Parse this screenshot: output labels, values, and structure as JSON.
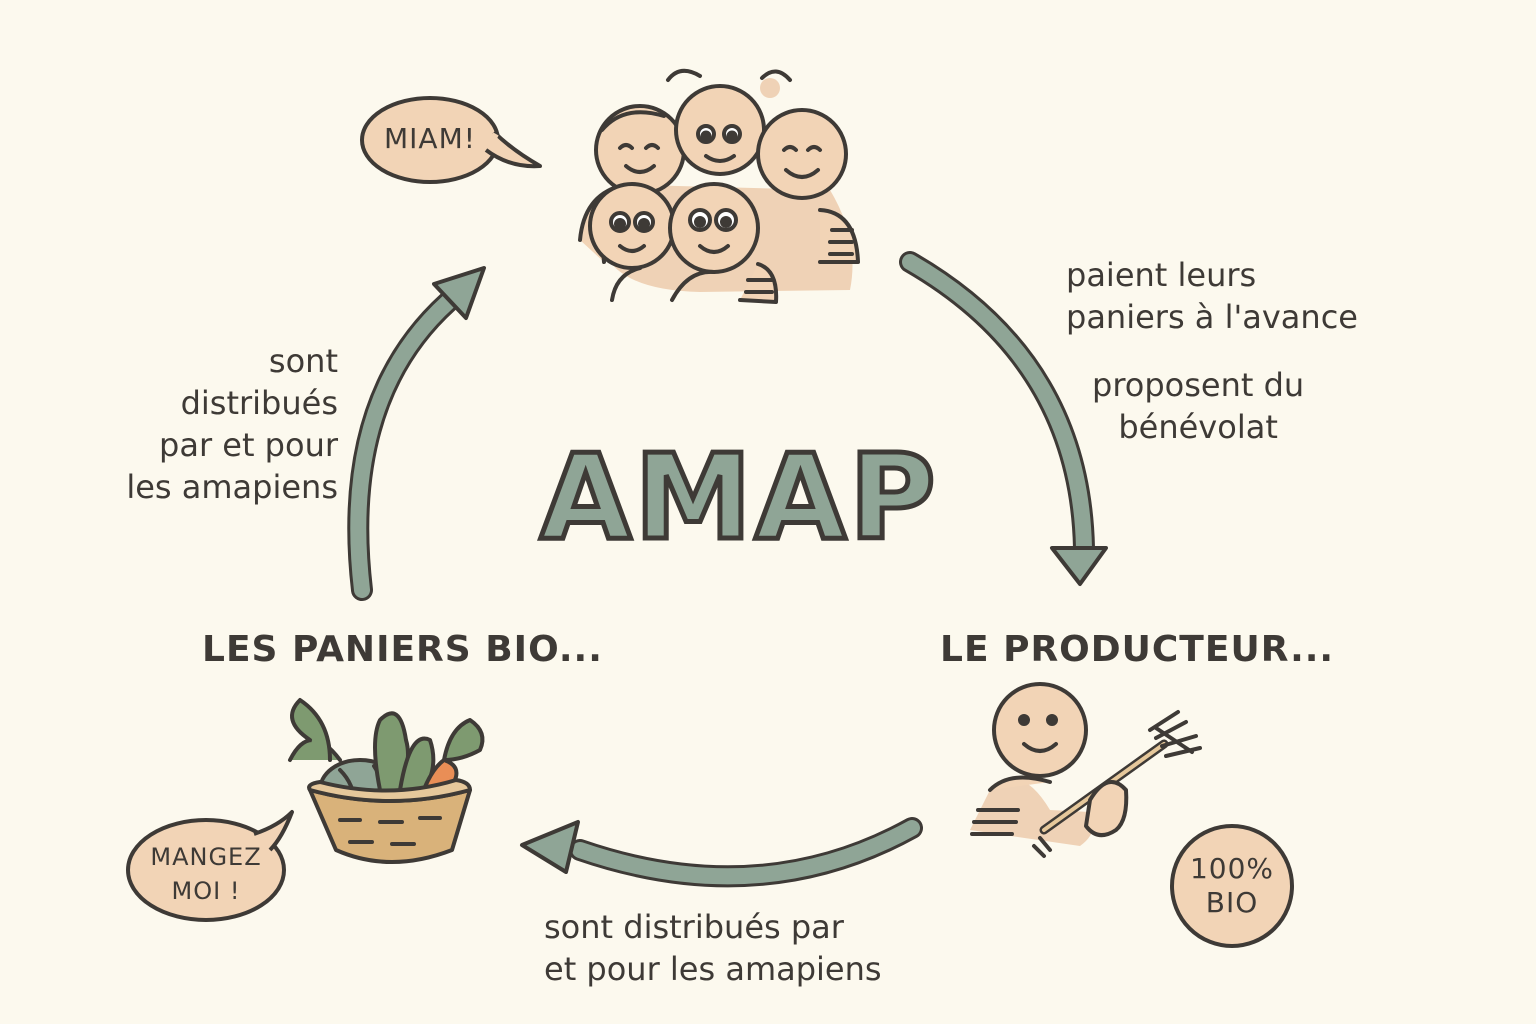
{
  "title": "AMAP",
  "nodes": {
    "consumers": {
      "speech": "MIAM!"
    },
    "producer": {
      "label": "LE PRODUCTEUR...",
      "badge": "100%\nBIO"
    },
    "baskets": {
      "label": "LES PANIERS BIO...",
      "speech": "MANGEZ\nMOI !"
    }
  },
  "edges": {
    "consumers_to_producer": {
      "text1": "paient leurs\npaniers à l'avance",
      "text2": "proposent du\nbénévolat"
    },
    "producer_to_baskets": {
      "text": "sont distribués par\net pour les amapiens"
    },
    "baskets_to_consumers": {
      "text": "sont\ndistribués\npar et pour\nles amapiens"
    }
  },
  "colors": {
    "background": "#fcf9ee",
    "arrow": "#8fa596",
    "skin": "#f2d4b6",
    "shadow": "#efd2b6",
    "outline": "#3e3a36",
    "basket": "#d9b27a",
    "leaf": "#7e9a70",
    "carrot": "#e98e56"
  }
}
